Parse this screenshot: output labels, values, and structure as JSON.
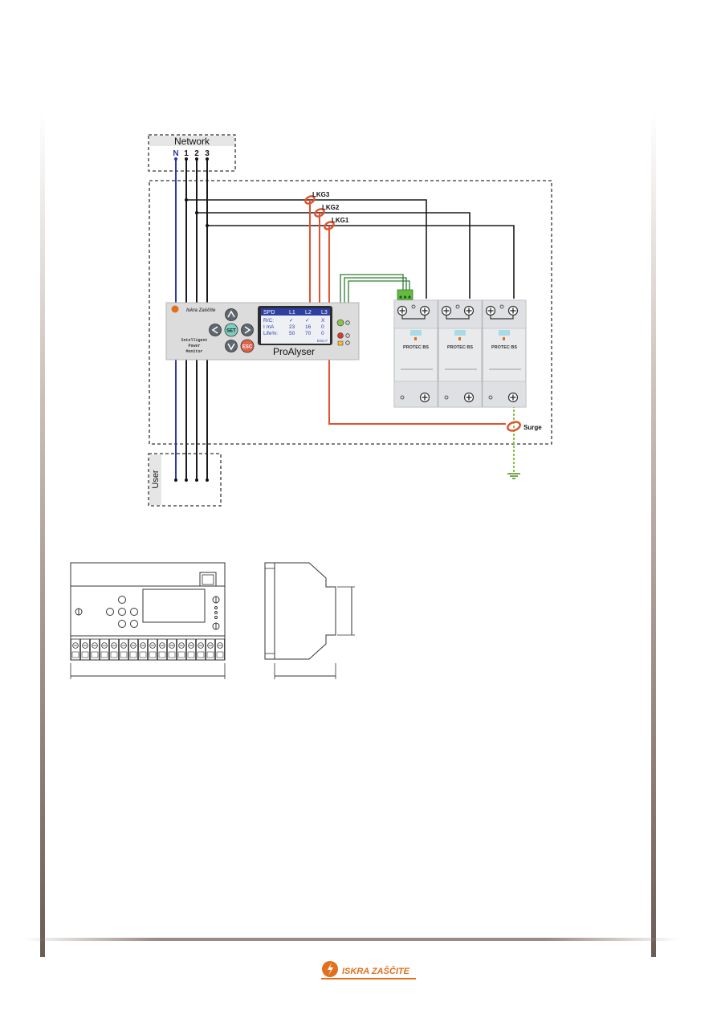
{
  "network": {
    "title": "Network",
    "terminals": [
      "N",
      "1",
      "2",
      "3"
    ]
  },
  "user": {
    "label": "User"
  },
  "sensors": {
    "lkg3": "LKG3",
    "lkg2": "LKG2",
    "lkg1": "LKG1",
    "surge": "Surge"
  },
  "device": {
    "brand": "Iskra Zaščite",
    "subtitle": [
      "Intelligent",
      "Power",
      "Monitor"
    ],
    "name": "ProAlyser",
    "buttons": {
      "set": "SET",
      "esc": "ESC"
    },
    "lcd": {
      "header": [
        "SPD",
        "L1",
        "L2",
        "L3"
      ],
      "rows": [
        [
          "R/C:",
          "✓",
          "✓",
          "X"
        ],
        [
          "I mA",
          "23",
          "16",
          "0"
        ],
        [
          "Life%:",
          "50",
          "70",
          "0"
        ]
      ],
      "footer": "ESC⏎"
    }
  },
  "spd": {
    "module_label": "PROTEC BS",
    "count": 3
  },
  "footer": {
    "brand": "ISKRA ZAŠČITE"
  },
  "colors": {
    "neutral": "#2e36a8",
    "phase": "#1a1a1a",
    "sense": "#e2532e",
    "earth": "#8bc34a",
    "brand": "#e0701e"
  }
}
